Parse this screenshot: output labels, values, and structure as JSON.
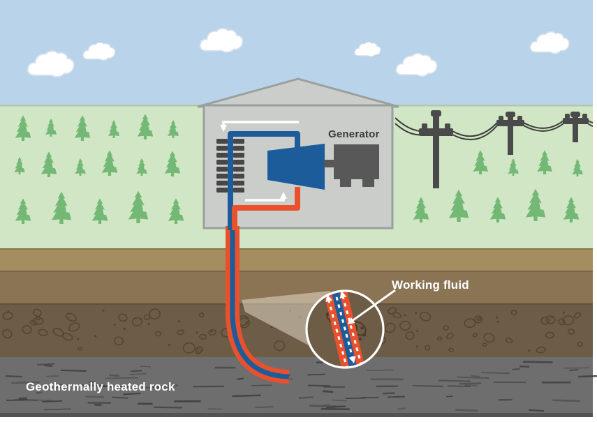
{
  "labels": {
    "generator": "Generator",
    "working_fluid": "Working fluid",
    "geothermal_rock": "Geothermally heated rock"
  },
  "colors": {
    "sky": "#b9d4ea",
    "grass": "#d0e6c4",
    "tree": "#74b876",
    "soil_top": "#a48d5f",
    "soil_mid": "#8b7454",
    "soil_rocky": "#6d5c46",
    "heated_rock": "#6e6e6e",
    "pipe_hot": "#e8512b",
    "pipe_cold": "#1d5c9b",
    "building": "#cbcdcb",
    "building_outline": "#9aa09e",
    "machine_gray": "#585858",
    "cloud": "#ffffff",
    "label_light": "#ffffff",
    "label_dark": "#3a3a3a"
  },
  "scene": {
    "type": "geothermal-power-plant-diagram",
    "clouds": 6,
    "trees_left_field": 17,
    "trees_right_field": 9,
    "power_poles": 3,
    "heat_exchanger_rows": 8,
    "flow_direction_arrows": 2,
    "working_fluid_loop": {
      "hot_leg_color_key": "pipe_hot",
      "cold_leg_color_key": "pipe_cold",
      "magnified_view": "circular inset showing red-blue-red pipe bundle with up arrows on red and down arrow on blue"
    }
  },
  "icons": [
    "cloud-icon",
    "tree-icon",
    "power-pole-icon",
    "power-line-icon",
    "plant-building-icon",
    "heat-exchanger-icon",
    "turbine-icon",
    "generator-icon",
    "flow-arrow-icon",
    "pipe-loop-icon",
    "magnifier-circle-icon",
    "label-arrow-icon"
  ]
}
